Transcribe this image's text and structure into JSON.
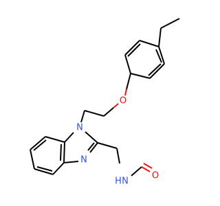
{
  "molecule": {
    "atoms": {
      "ether_oxygen": "O",
      "ring_nitrogen_1": "N",
      "ring_nitrogen_2": "N",
      "amide_nitrogen": "N",
      "amide_nitrogen_h": "H",
      "carbonyl_oxygen": "O"
    },
    "colors": {
      "bond": "#000000",
      "oxygen": "#ff0d0d",
      "nitrogen": "#3050f8",
      "background": "#ffffff"
    }
  }
}
